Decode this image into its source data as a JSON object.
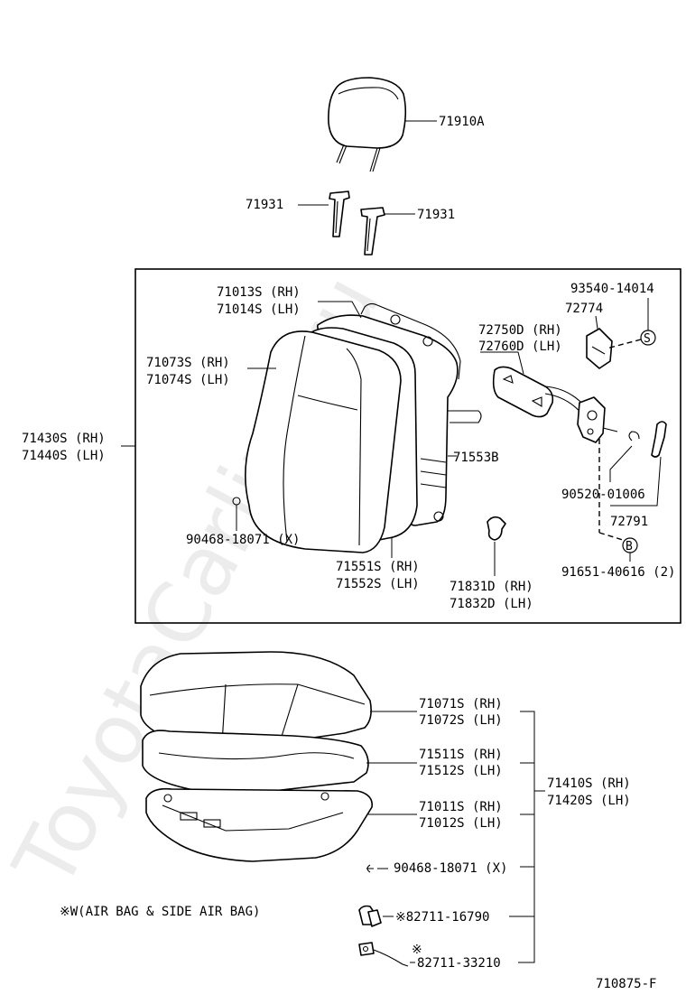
{
  "watermark": "ToyotaCarline.ru",
  "diagram_code": "710875-F",
  "note": "※W(AIR BAG & SIDE AIR BAG)",
  "parts": {
    "p71910A": "71910A",
    "p71931_left": "71931",
    "p71931_right": "71931",
    "p71013S": "71013S (RH)",
    "p71014S": "71014S (LH)",
    "p71073S": "71073S (RH)",
    "p71074S": "71074S (LH)",
    "p71430S": "71430S (RH)",
    "p71440S": "71440S (LH)",
    "p90468_back": "90468-18071 (X)",
    "p71551S": "71551S (RH)",
    "p71552S": "71552S (LH)",
    "p71553B": "71553B",
    "p71831D": "71831D (RH)",
    "p71832D": "71832D (LH)",
    "p93540": "93540-14014",
    "p72774": "72774",
    "p72750D": "72750D (RH)",
    "p72760D": "72760D (LH)",
    "p90520": "90520-01006",
    "p72791": "72791",
    "p91651": "91651-40616 (2)",
    "p71071S": "71071S (RH)",
    "p71072S": "71072S (LH)",
    "p71511S": "71511S (RH)",
    "p71512S": "71512S (LH)",
    "p71011S": "71011S (RH)",
    "p71012S": "71012S (LH)",
    "p71410S": "71410S (RH)",
    "p71420S": "71420S (LH)",
    "p90468_cushion": "90468-18071 (X)",
    "p82711_16790": "※82711-16790",
    "p82711_33210": "82711-33210",
    "p82711_33210_mark": "※"
  },
  "symbols": {
    "s_mark": "S",
    "b_mark": "B"
  }
}
